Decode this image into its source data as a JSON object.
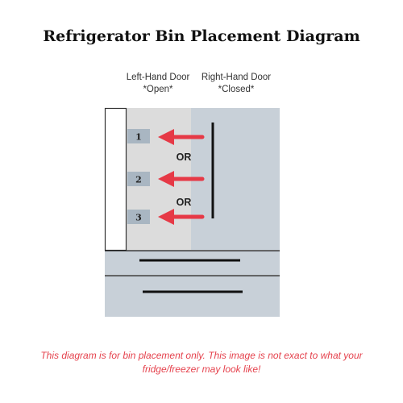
{
  "title": "Refrigerator Bin Placement Diagram",
  "left_door": {
    "line1": "Left-Hand Door",
    "line2": "*Open*"
  },
  "right_door": {
    "line1": "Right-Hand Door",
    "line2": "*Closed*"
  },
  "bins": [
    {
      "label": "1"
    },
    {
      "label": "2"
    },
    {
      "label": "3"
    }
  ],
  "or_labels": [
    "OR",
    "OR"
  ],
  "disclaimer": "This diagram is for bin placement only. This image is not exact to what your fridge/freezer may look like!",
  "colors": {
    "cabinet": "#c8d0d8",
    "open_door_panel": "#dcdcdc",
    "bin": "#a9b6c2",
    "arrow": "#e63946",
    "disclaimer": "#e5424d"
  }
}
